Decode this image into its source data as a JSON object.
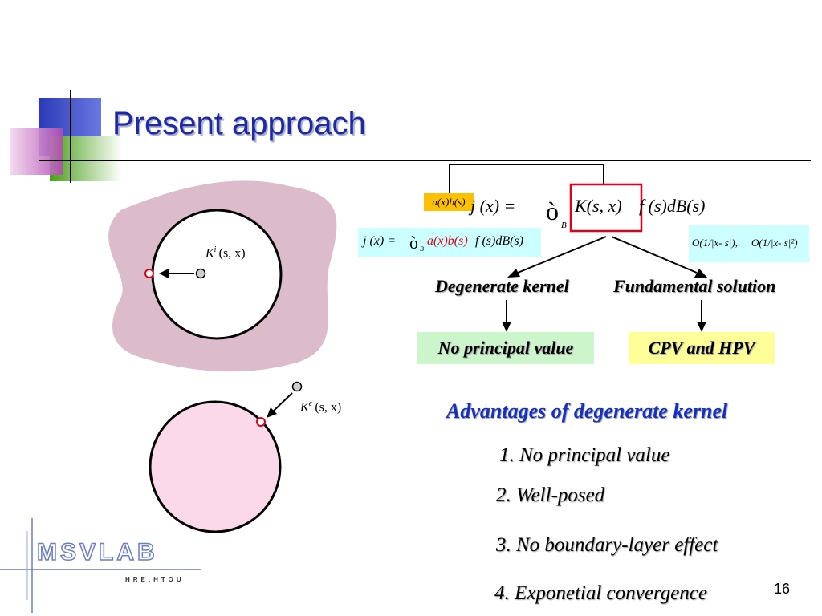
{
  "slide": {
    "title": "Present approach",
    "page_number": "16"
  },
  "equations": {
    "main_lhs": "j (x) = ",
    "integral_symbol": "ò",
    "integral_subscript": "B",
    "kernel_term": "K(s, x)",
    "main_rhs": "f (s)dB(s)",
    "degenerate_lhs": "j (x) = ",
    "degenerate_kernel": "a(x)b(s)",
    "degenerate_rhs": "f (s)dB(s)",
    "kernel_highlight": "a(x)b(s)",
    "singularity_1": "O(1/|x- s|),",
    "singularity_2": "O(1/|x- s|²)",
    "interior_kernel": "K^i (s, x)",
    "exterior_kernel": "K^e (s, x)"
  },
  "branches": {
    "left_label": "Degenerate kernel",
    "right_label": "Fundamental solution",
    "left_result": "No principal value",
    "right_result": "CPV and HPV"
  },
  "advantages": {
    "title": "Advantages of degenerate kernel",
    "items": [
      "1.  No principal value",
      "2. Well-posed",
      "3. No boundary-layer effect",
      "4. Exponetial convergence"
    ]
  },
  "logo": {
    "name": "MSVLAB",
    "subtitle": "HRE,HTOU"
  },
  "colors": {
    "title": "#1c2aa6",
    "domain_fill": "#dcbccb",
    "circle_fill": "#fbd9e8",
    "kernel_box_border": "#e0001a",
    "green_box": "#ccf5cc",
    "yellow_box": "#ffff99",
    "light_blue_box": "#ccffff",
    "orange_box": "#ffc000",
    "adv_title": "#1430c8"
  }
}
